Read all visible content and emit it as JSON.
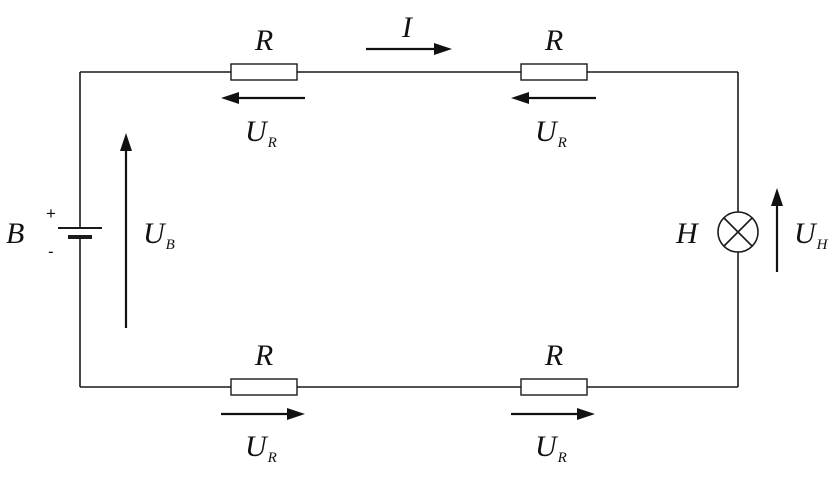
{
  "labels": {
    "R": "R",
    "U": "U",
    "sub_R": "R",
    "sub_B": "B",
    "sub_H": "H",
    "I": "I",
    "B": "B",
    "H": "H",
    "plus": "+",
    "minus": "-"
  },
  "colors": {
    "ink": "#111111",
    "background": "#ffffff"
  }
}
